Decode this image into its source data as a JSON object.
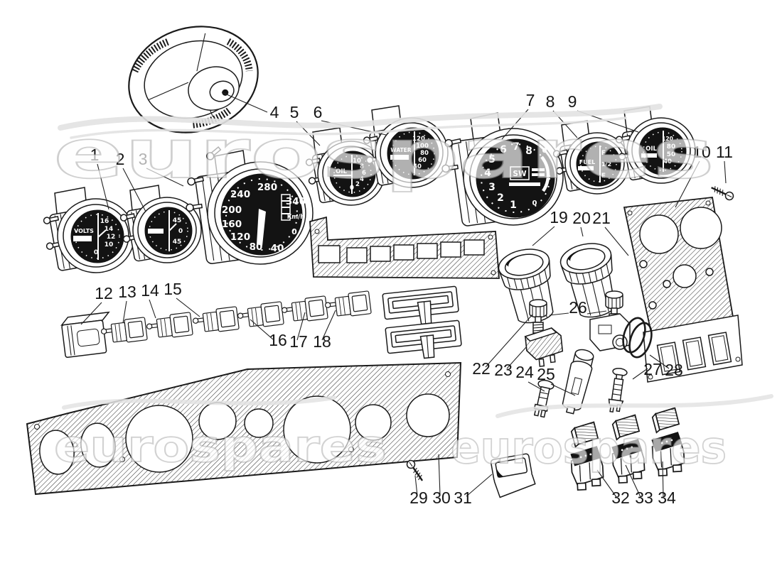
{
  "diagram": {
    "watermark_text": "eurospares",
    "part_labels": [
      "1",
      "2",
      "3",
      "4",
      "5",
      "6",
      "7",
      "8",
      "9",
      "10",
      "11",
      "12",
      "13",
      "14",
      "15",
      "16",
      "17",
      "18",
      "19",
      "20",
      "21",
      "22",
      "23",
      "24",
      "25",
      "26",
      "27",
      "28",
      "29",
      "30",
      "31",
      "32",
      "33",
      "34"
    ],
    "gauges": {
      "volts": {
        "label": "VOLTS",
        "ticks": [
          "16",
          "14",
          "12",
          "10",
          "0"
        ]
      },
      "ammeter": {
        "ticks": [
          "45",
          "0",
          "45"
        ]
      },
      "speedometer": {
        "unit": "Km/h",
        "ticks": [
          "280",
          "240",
          "340",
          "200",
          "160",
          "120",
          "80",
          "40",
          "0"
        ]
      },
      "oil_pressure": {
        "label": "OIL",
        "ticks": [
          "10",
          "8",
          "6",
          "4",
          "2",
          "0"
        ]
      },
      "water_temp": {
        "label": "WATER",
        "ticks": [
          "120",
          "100",
          "80",
          "60",
          "40"
        ]
      },
      "tachometer": {
        "brand": "SW",
        "ticks": [
          "8",
          "7",
          "6",
          "5",
          "4",
          "3",
          "2",
          "1",
          "0",
          "0"
        ]
      },
      "fuel": {
        "label": "FUEL",
        "ticks": [
          "F",
          "1/2",
          "E"
        ]
      },
      "oil_temp": {
        "label": "OIL",
        "ticks": [
          "120",
          "80",
          "50",
          "40"
        ]
      }
    }
  }
}
